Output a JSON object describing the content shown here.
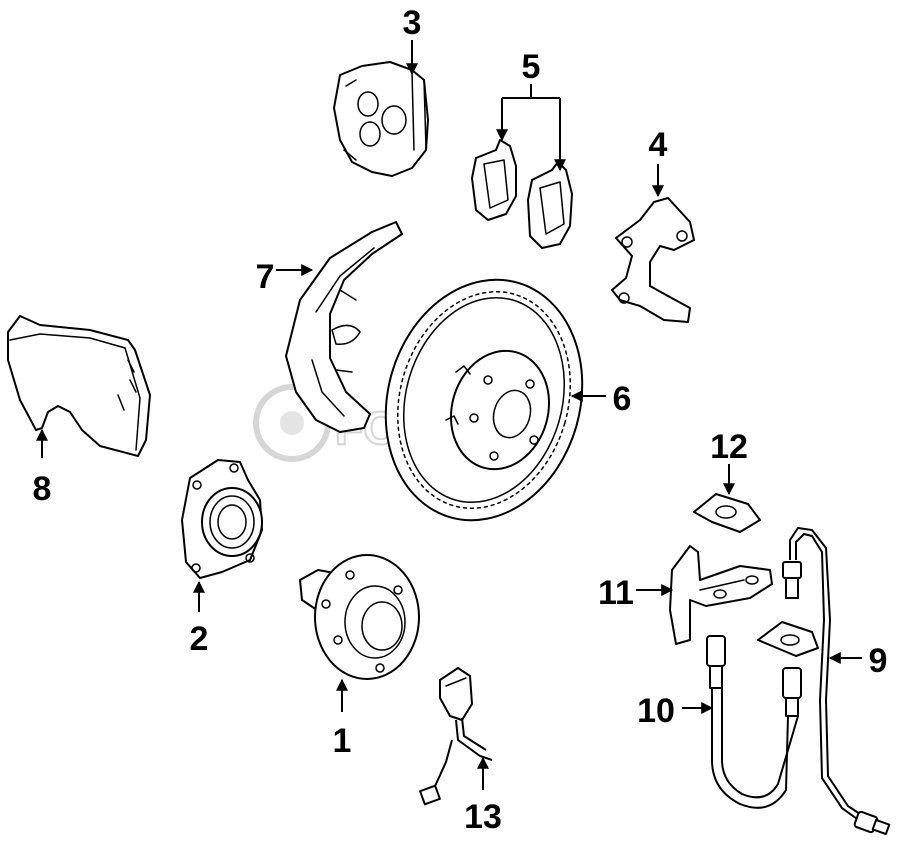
{
  "watermark": {
    "text": "FCP EURO"
  },
  "callouts": {
    "c1": "1",
    "c2": "2",
    "c3": "3",
    "c4": "4",
    "c5": "5",
    "c6": "6",
    "c7": "7",
    "c8": "8",
    "c9": "9",
    "c10": "10",
    "c11": "11",
    "c12": "12",
    "c13": "13"
  },
  "colors": {
    "ink": "#000000",
    "watermark": "#d6d6d6",
    "background": "#ffffff"
  }
}
